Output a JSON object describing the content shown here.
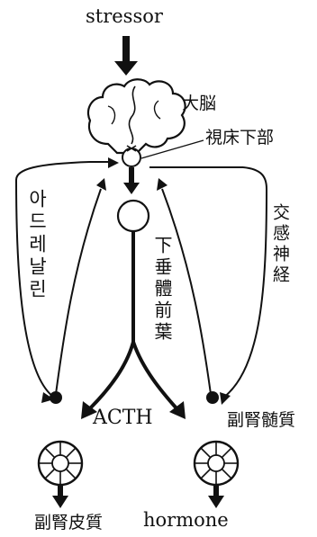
{
  "labels": {
    "stressor": "stressor",
    "cerebrum": "大脳",
    "hypothalamus": "視床下部",
    "adrenaline": "아드레날린",
    "sympathetic": "交感神経",
    "anterior_pituitary": "下垂體前葉",
    "acth": "ACTH",
    "adrenal_medulla": "副腎髄質",
    "adrenal_cortex": "副腎皮質",
    "hormone": "hormone"
  }
}
